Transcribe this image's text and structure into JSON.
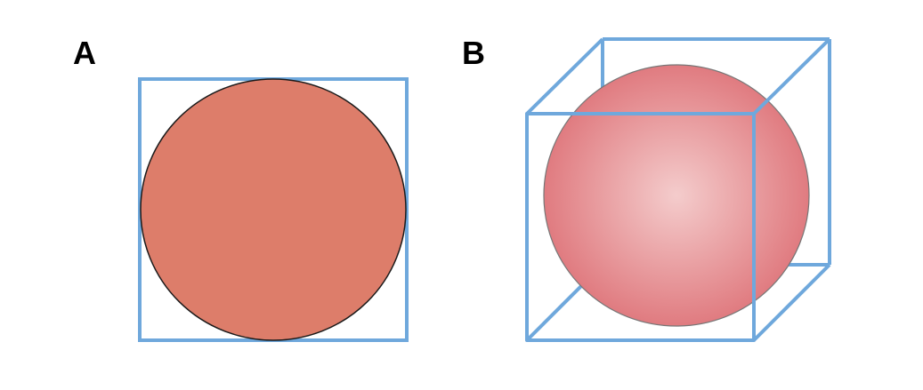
{
  "panels": [
    {
      "id": "A",
      "label": "A",
      "shape": "circle",
      "container": "square",
      "fill_color": "#dd7d6a",
      "outline_color": "#1a1a1a",
      "container_color": "#6fa8dc"
    },
    {
      "id": "B",
      "label": "B",
      "shape": "sphere",
      "container": "cube",
      "fill_color_center": "#f4cccc",
      "fill_color_edge": "#e07b80",
      "outline_color": "#777777",
      "container_color": "#6fa8dc"
    }
  ]
}
